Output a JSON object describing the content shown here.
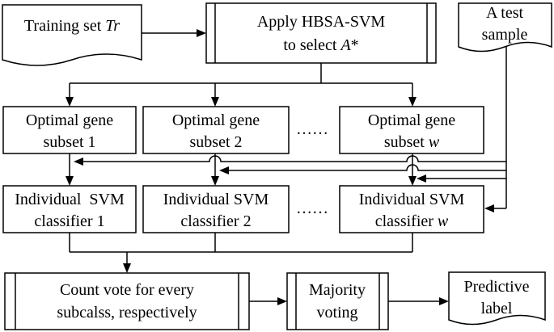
{
  "nodes": {
    "training_set": {
      "text": "Training set ",
      "italic": "Tr"
    },
    "apply_hbsa": {
      "line1": "Apply HBSA-SVM",
      "line2_text": "to select ",
      "line2_italic": "A",
      "line2_suffix": "*"
    },
    "test_sample": {
      "line1": "A test",
      "line2": "sample"
    },
    "subset_1": {
      "line1": "Optimal gene",
      "line2": "subset 1"
    },
    "subset_2": {
      "line1": "Optimal gene",
      "line2": "subset 2"
    },
    "subset_w": {
      "line1": "Optimal gene",
      "line2_text": "subset ",
      "line2_italic": "w"
    },
    "classifier_1": {
      "line1": "Individual  SVM",
      "line2": "classifier 1"
    },
    "classifier_2": {
      "line1": "Individual SVM",
      "line2": "classifier 2"
    },
    "classifier_w": {
      "line1": "Individual SVM",
      "line2_text": "classifier ",
      "line2_italic": "w"
    },
    "count_vote": {
      "line1": "Count vote for every",
      "line2": "subcalss, respectively"
    },
    "majority_voting": {
      "line1": "Majority",
      "line2": "voting"
    },
    "predictive_label": {
      "line1": "Predictive",
      "line2": "label"
    }
  },
  "ellipsis_subsets": "……",
  "ellipsis_classifiers": "……"
}
